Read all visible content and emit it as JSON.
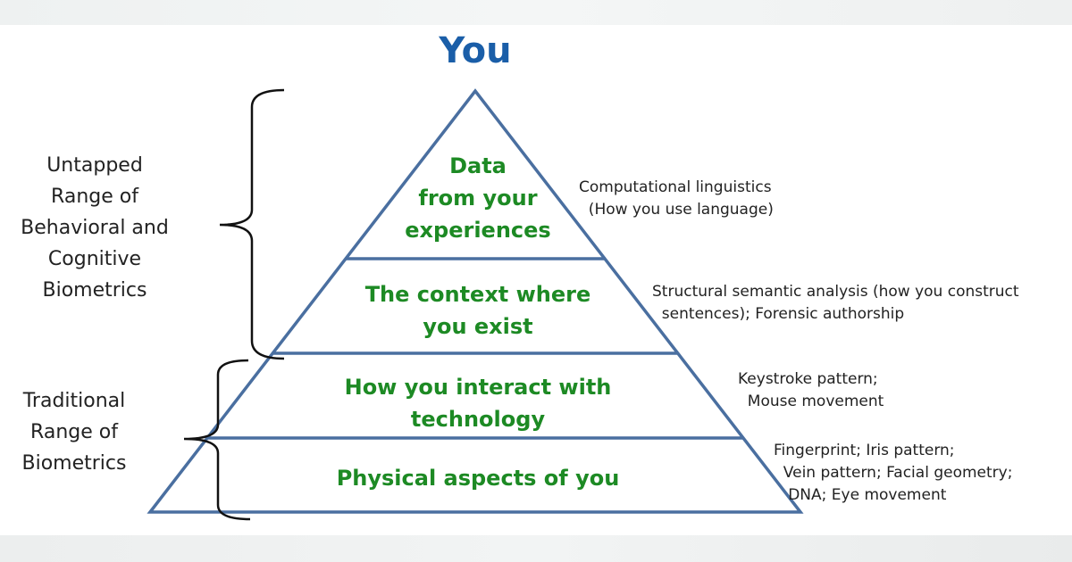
{
  "title": "You",
  "layers": [
    {
      "label": "Data\nfrom your\nexperiences",
      "note": "Computational linguistics\n  (How you use language)"
    },
    {
      "label": "The context where\nyou exist",
      "note": "Structural semantic analysis (how you construct\n  sentences); Forensic authorship"
    },
    {
      "label": "How you interact with\ntechnology",
      "note": "Keystroke pattern;\n  Mouse movement"
    },
    {
      "label": "Physical aspects of you",
      "note": "Fingerprint; Iris pattern;\n  Vein pattern; Facial geometry;\n   DNA; Eye movement"
    }
  ],
  "ranges": {
    "upper": "Untapped\nRange of\nBehavioral and\nCognitive\nBiometrics",
    "lower": "Traditional\nRange of\nBiometrics"
  },
  "colors": {
    "title": "#1a5ea8",
    "layer_text": "#1d8a24",
    "lines": "#4a6fa0"
  }
}
